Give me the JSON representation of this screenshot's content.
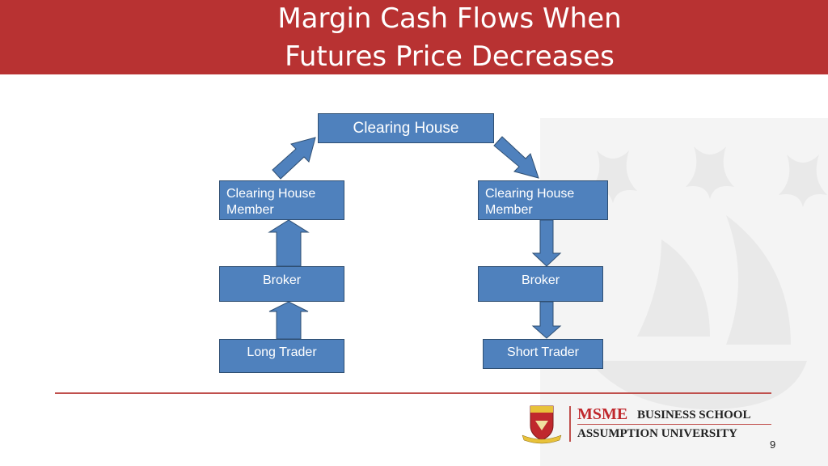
{
  "slide": {
    "title_line1": "Margin Cash Flows When",
    "title_line2": "Futures Price Decreases",
    "page_number": "9"
  },
  "diagram": {
    "clearing_house": "Clearing House",
    "left_member": "Clearing House Member",
    "right_member": "Clearing House Member",
    "left_broker": "Broker",
    "right_broker": "Broker",
    "long_trader": "Long Trader",
    "short_trader": "Short Trader"
  },
  "logo": {
    "msme": "MSME",
    "business_school": "BUSINESS SCHOOL",
    "university": "ASSUMPTION UNIVERSITY"
  },
  "colors": {
    "header": "#b83232",
    "box_fill": "#4f81bd",
    "box_border": "#2f4f73",
    "rule": "#c0504d"
  }
}
